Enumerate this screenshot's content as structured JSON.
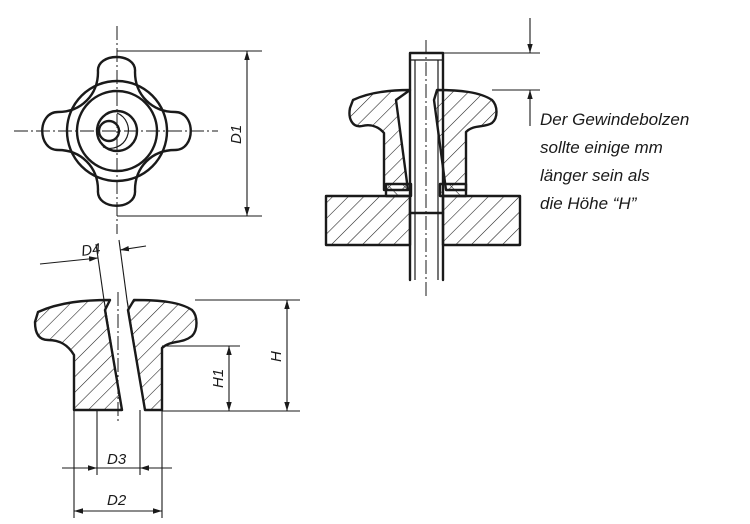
{
  "labels": {
    "d1": "D1",
    "d2": "D2",
    "d3": "D3",
    "d4": "D4",
    "h": "H",
    "h1": "H1"
  },
  "note": {
    "lines": [
      "Der Gewindebolzen",
      "sollte einige mm",
      "länger sein als",
      "die Höhe “H”"
    ]
  }
}
